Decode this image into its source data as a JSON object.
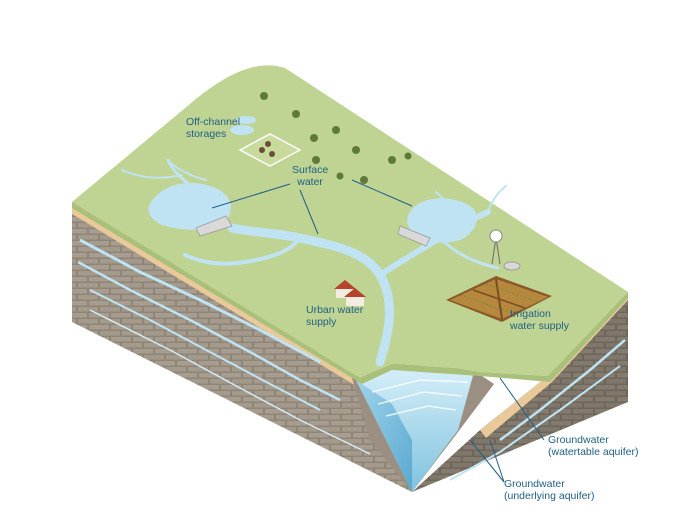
{
  "labels": {
    "off_channel_storages": {
      "line1": "Off-channel",
      "line2": "storages"
    },
    "surface_water": {
      "line1": "Surface",
      "line2": "water"
    },
    "urban_water_supply": {
      "line1": "Urban water",
      "line2": "supply"
    },
    "irrigation_water_supply": {
      "line1": "Irrigation",
      "line2": "water supply"
    },
    "groundwater_watertable": {
      "line1": "Groundwater",
      "line2": "(watertable aquifer)"
    },
    "groundwater_underlying": {
      "line1": "Groundwater",
      "line2": "(underlying aquifer)"
    }
  },
  "colors": {
    "land": "#bfd393",
    "land_shadow": "#a9c07a",
    "soil": "#e9c89a",
    "rock_front": "#9a8f80",
    "rock_side": "#7f7568",
    "water": "#bfe3f2",
    "water_deep": "#7fc2de",
    "label": "#1f5f86",
    "leader_line": "#1f5f86"
  }
}
